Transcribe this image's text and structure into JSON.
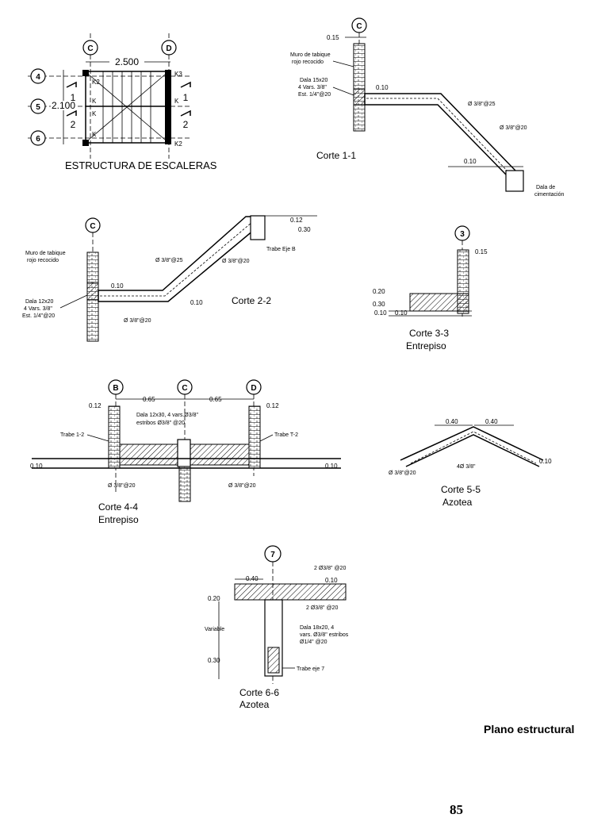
{
  "axes": {
    "c": "C",
    "d": "D",
    "b": "B",
    "n4": "4",
    "n5": "5",
    "n6": "6",
    "n3": "3",
    "n7": "7"
  },
  "plan": {
    "title": "ESTRUCTURA DE ESCALERAS",
    "width_dim": "2.500",
    "height_dim": "2.100",
    "labels": {
      "k2a": "K2",
      "k3": "K3",
      "ka": "K",
      "kb": "K",
      "kc": "K",
      "kd": "K",
      "k2b": "K2",
      "s1a": "1",
      "s1b": "1",
      "s2a": "2",
      "s2b": "2"
    }
  },
  "corte11": {
    "title": "Corte 1-1",
    "d015": "0.15",
    "d010": "0.10",
    "d010b": "0.10",
    "muro": [
      "Muro de tabique",
      "rojo recocido"
    ],
    "dala": [
      "Dala 15x20",
      "4 Vars. 3/8\"",
      "Est. 1/4\"@20"
    ],
    "bar1": "Ø 3/8\"@25",
    "bar2": "Ø 3/8\"@20",
    "cim": [
      "Dala de",
      "cimentación"
    ]
  },
  "corte22": {
    "title": "Corte 2-2",
    "d012": "0.12",
    "d030": "0.30",
    "d010a": "0.10",
    "d010b": "0.10",
    "trabe": "Trabe Eje B",
    "muro": [
      "Muro de tabique",
      "rojo recocido"
    ],
    "dala": [
      "Dala 12x20",
      "4 Vars. 3/8\"",
      "Est. 1/4\"@20"
    ],
    "bar1": "Ø 3/8\"@25",
    "bar2": "Ø 3/8\"@20",
    "bar3": "Ø 3/8\"@20"
  },
  "corte33": {
    "title": "Corte 3-3",
    "subtitle": "Entrepiso",
    "d015": "0.15",
    "d020": "0.20",
    "d030": "0.30",
    "d010": "0.10",
    "d010b": "0.10"
  },
  "corte44": {
    "title": "Corte 4-4",
    "subtitle": "Entrepiso",
    "d012a": "0.12",
    "d012b": "0.12",
    "span1": "0.65",
    "span2": "0.65",
    "dala": [
      "Dala 12x30, 4 vars.Ø3/8\"",
      "estribos Ø3/8\" @20"
    ],
    "trabe1": "Trabe 1-2",
    "trabe2": "Trabe T-2",
    "d010a": "0.10",
    "d010b": "0.10",
    "bar1": "Ø 3/8\"@20",
    "bar2": "Ø 3/8\"@20"
  },
  "corte55": {
    "title": "Corte 5-5",
    "subtitle": "Azotea",
    "d040a": "0.40",
    "d040b": "0.40",
    "d010": "0.10",
    "bar": "Ø 3/8\"@20",
    "bar2": "4Ø 3/8\""
  },
  "corte66": {
    "title": "Corte 6-6",
    "subtitle": "Azotea",
    "d040": "0.40",
    "d010": "0.10",
    "d020": "0.20",
    "dvar": "Variable",
    "d030": "0.30",
    "bar1": "2 Ø3/8\" @20",
    "bar2": "2 Ø3/8\" @20",
    "dala": [
      "Dala 18x20, 4",
      "vars. Ø3/8\" estribos",
      "Ø1/4\" @20"
    ],
    "trabe": "Trabe eje 7"
  },
  "footer": {
    "sheet_label": "Plano estructural",
    "page_number": "85"
  }
}
